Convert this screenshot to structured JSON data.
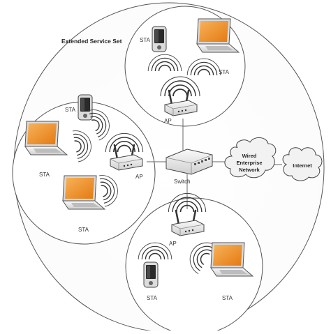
{
  "diagram": {
    "title": "Extended Service Set",
    "switch_label": "Switch",
    "wired_cloud_label": [
      "Wired",
      "Enterprise",
      "Network"
    ],
    "internet_label": "Internet",
    "top_bss": {
      "ap_label": "AP",
      "phone_label": "STA",
      "laptop_label": "STA"
    },
    "left_bss": {
      "ap_label": "AP",
      "phone_label": "STA",
      "laptop_top_label": "STA",
      "laptop_bottom_label": "STA"
    },
    "bottom_bss": {
      "ap_label": "AP",
      "phone_label": "STA",
      "laptop_label": "STA"
    }
  },
  "colors": {
    "screen": "#f28c28",
    "device_body": "#e6e6e6",
    "outline": "#444444",
    "cloud": "#f2f2f2"
  },
  "icons": [
    "laptop-icon",
    "phone-icon",
    "access-point-icon",
    "switch-icon",
    "cloud-icon",
    "wifi-waves-icon"
  ]
}
